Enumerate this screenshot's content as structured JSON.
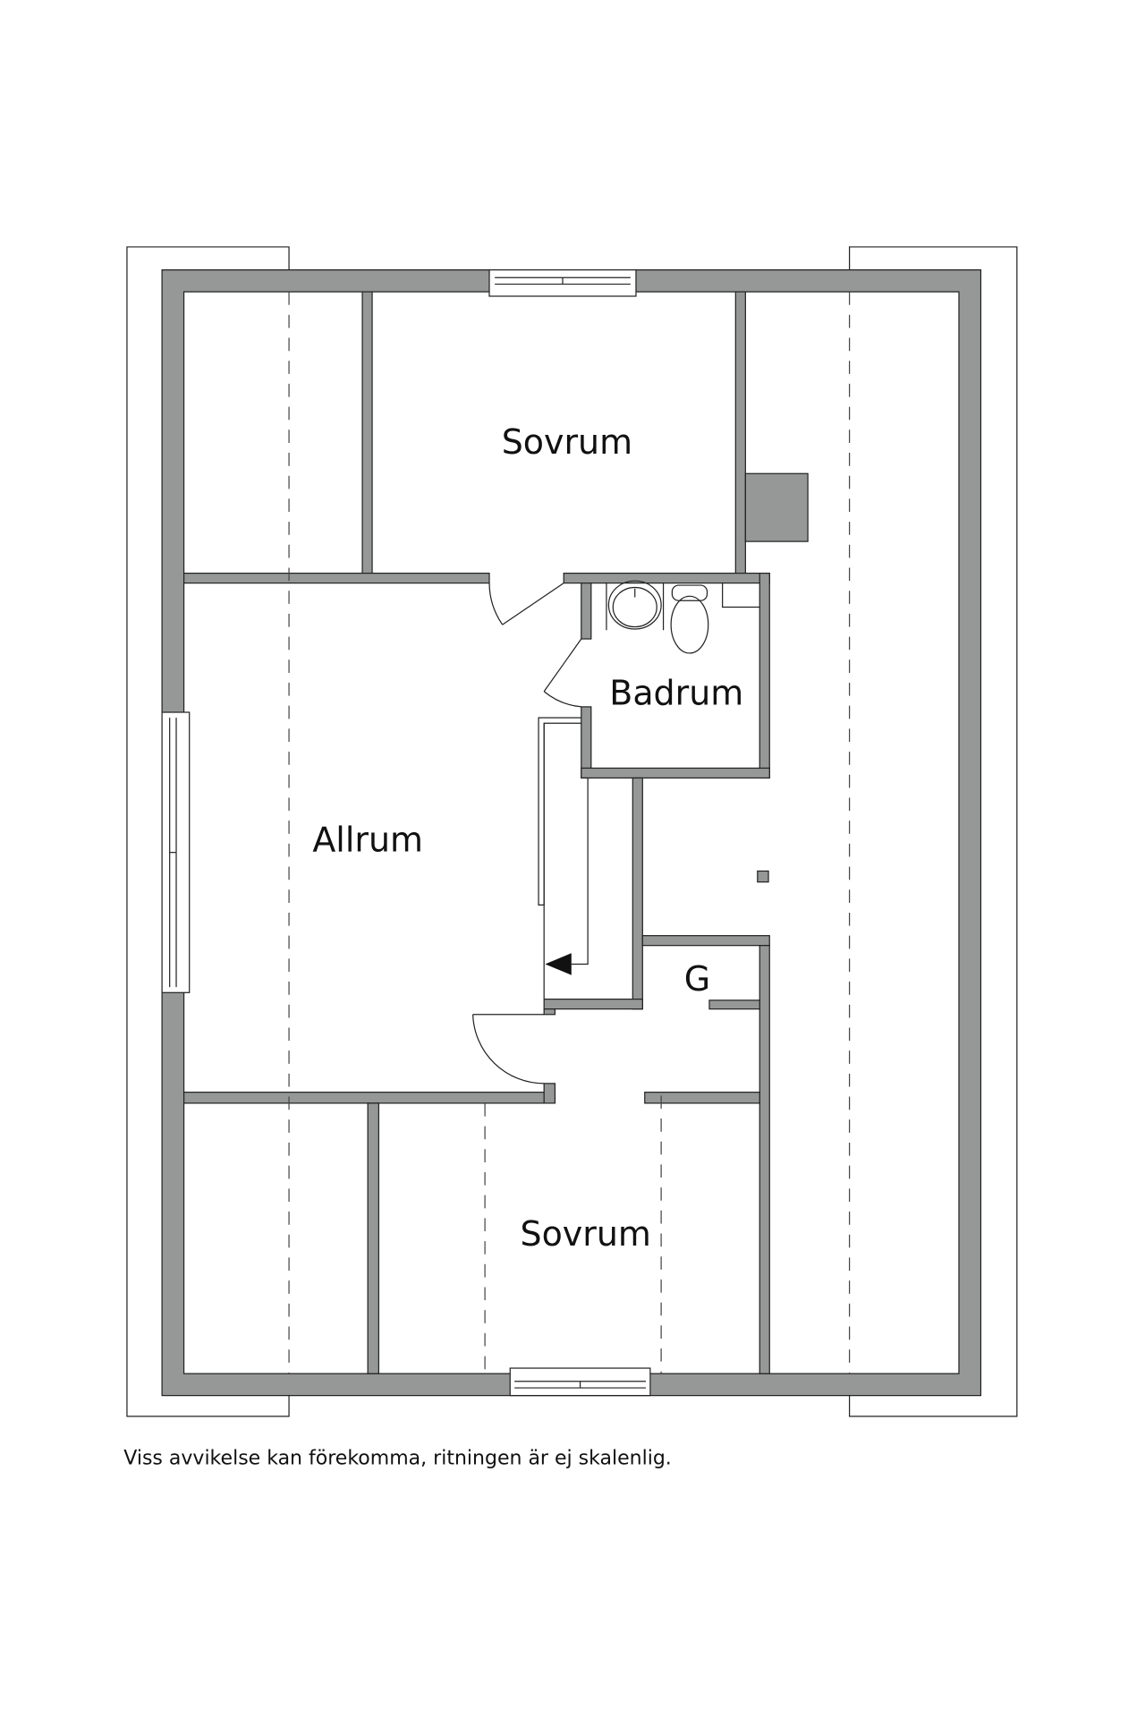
{
  "rooms": {
    "bedroom_top": "Sovrum",
    "bathroom": "Badrum",
    "living": "Allrum",
    "closet": "G",
    "bedroom_bottom": "Sovrum"
  },
  "disclaimer": "Viss avvikelse kan förekomma, ritningen är ej skalenlig.",
  "colors": {
    "wall": "#959897",
    "line": "#222222",
    "background": "#ffffff"
  }
}
